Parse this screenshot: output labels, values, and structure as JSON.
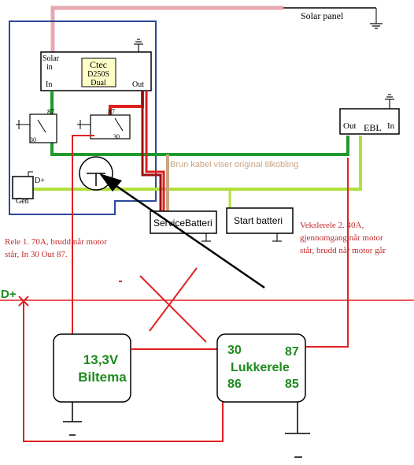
{
  "labels": {
    "solar_panel": "Solar panel",
    "ctec_solar": "Solar",
    "ctec_in_top": "in",
    "ctec_in": "In",
    "ctec_out": "Out",
    "ctec_brand": "Ctec",
    "ctec_model": "D250S",
    "ctec_dual": "Dual",
    "relay_87_left": "87",
    "relay_87_right": "87",
    "relay_30_left": "30",
    "relay_30_right": "30",
    "gen_dplus": "D+",
    "gen": "Gen",
    "ebl_out": "Out",
    "ebl_name": "EBL",
    "ebl_in": "In",
    "brown_note": "Brun kabel viser original tilkobling",
    "service_battery": "ServiceBatteri",
    "start_battery": "Start batteri",
    "rele1_note_line1": "Rele 1. 70A, brudd når motor",
    "rele1_note_line2": "står, In 30 Out 87.",
    "veksle_note_line1": "Vekslerele 2. 40A,",
    "veksle_note_line2": "gjennomgang når motor",
    "veksle_note_line3": "står, brudd når motor går",
    "dplus_line": "D+",
    "biltema_voltage": "13,3V",
    "biltema_name": "Biltema",
    "lukk_30": "30",
    "lukk_87": "87",
    "lukk_name": "Lukkerele",
    "lukk_86": "86",
    "lukk_85": "85"
  },
  "colors": {
    "blue_box": "#2b4a9a",
    "green_wire": "#1e9a2a",
    "lime_wire": "#b2e03a",
    "red_wire": "#e02020",
    "dark_red": "#9a1010",
    "brown_wire": "#c9a582",
    "pink_wire": "#e8a8b0",
    "note_red": "#c0282a",
    "label_green": "#1e8a1e"
  }
}
